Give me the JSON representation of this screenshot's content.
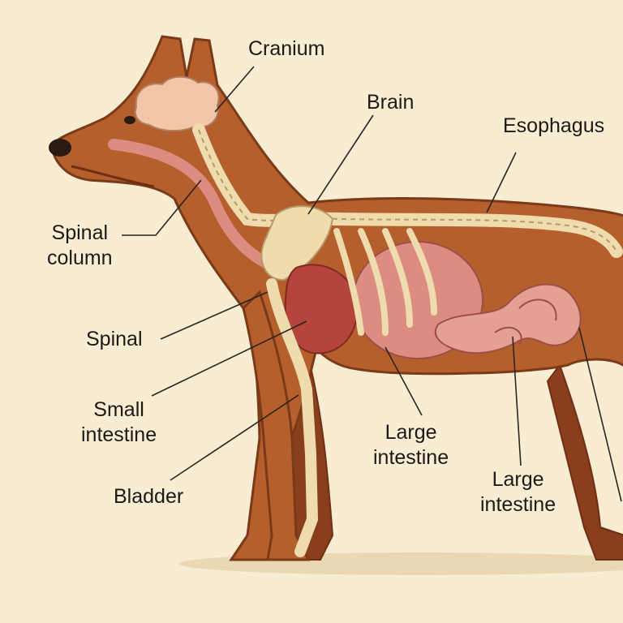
{
  "colors": {
    "background": "#f8ecd3",
    "fur": "#b45f2c",
    "fur_dark": "#8a3f1c",
    "bone": "#efdcae",
    "bone_outline": "#b49a66",
    "organ_pink": "#dc8c80",
    "organ_red": "#b4443c",
    "brain": "#f1c7a8",
    "leader_line": "#2a2520",
    "text": "#1c1a17"
  },
  "labels": {
    "cranium": "Cranium",
    "brain": "Brain",
    "esophagus": "Esophagus",
    "spinal_column": [
      "Spinal",
      "column"
    ],
    "spinal": "Spinal",
    "small_intestine": [
      "Small",
      "intestine"
    ],
    "bladder": "Bladder",
    "large_intestine_1": [
      "Large",
      "intestine"
    ],
    "large_intestine_2": [
      "Large",
      "intestine"
    ]
  }
}
